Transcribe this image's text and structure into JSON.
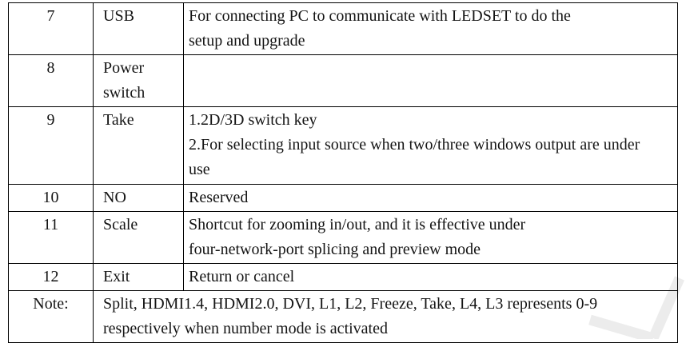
{
  "page": {
    "background": "#ffffff",
    "border_color": "#000000",
    "text_color": "#141414",
    "watermark_color": "#ececec",
    "watermark_icon": "chevron-watermark"
  },
  "table": {
    "rows": [
      {
        "num": "7",
        "name_lines": [
          "USB"
        ],
        "desc_lines": [
          "For connecting PC to communicate with LEDSET to do the",
          "setup and upgrade"
        ]
      },
      {
        "num": "8",
        "name_lines": [
          "Power",
          "switch"
        ],
        "desc_lines": []
      },
      {
        "num": "9",
        "name_lines": [
          "Take"
        ],
        "desc_lines": [
          "1.2D/3D switch key",
          "2.For selecting input source when two/three windows output are under",
          "use"
        ]
      },
      {
        "num": "10",
        "name_lines": [
          "NO"
        ],
        "desc_lines": [
          "Reserved"
        ]
      },
      {
        "num": "11",
        "name_lines": [
          "Scale"
        ],
        "desc_lines": [
          "Shortcut for zooming in/out, and it is effective under",
          "four-network-port splicing and preview mode"
        ]
      },
      {
        "num": "12",
        "name_lines": [
          "Exit"
        ],
        "desc_lines": [
          "Return or cancel"
        ]
      }
    ],
    "note": {
      "label": "Note:",
      "lines": [
        "Split, HDMI1.4, HDMI2.0, DVI, L1, L2, Freeze, Take, L4, L3 represents 0-9",
        "respectively when number mode is activated"
      ]
    }
  }
}
